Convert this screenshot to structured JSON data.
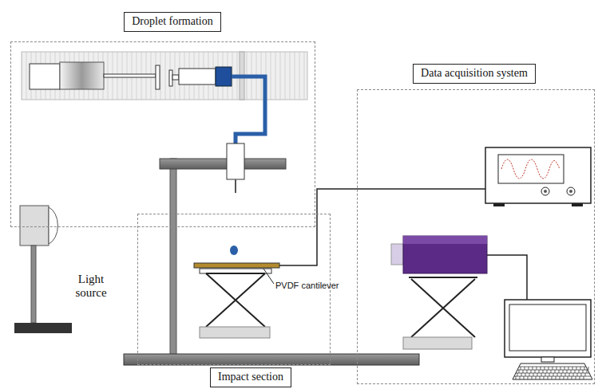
{
  "diagram": {
    "nodes": [
      {
        "text": [
          "Droplet formation"
        ]
      },
      {
        "text": [
          "Data acquisition system"
        ]
      },
      {
        "text": [
          "Impact section"
        ]
      }
    ],
    "labels": [
      "Light source",
      "PVDF cantilever"
    ]
  }
}
